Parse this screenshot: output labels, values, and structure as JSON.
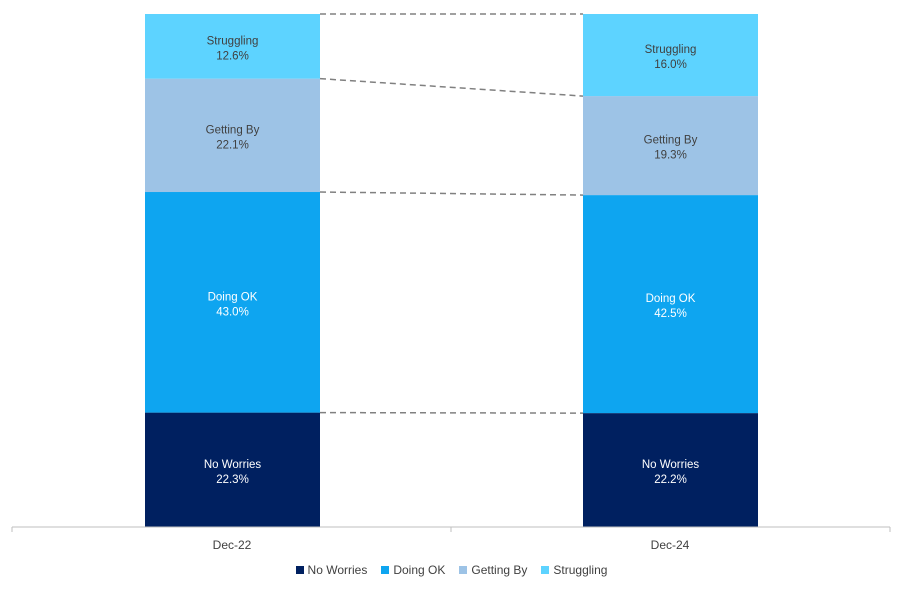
{
  "chart_data": {
    "type": "bar",
    "stacked": true,
    "percent_stacked": true,
    "categories": [
      "Dec-22",
      "Dec-24"
    ],
    "series": [
      {
        "name": "No Worries",
        "values": [
          22.3,
          22.2
        ],
        "color": "#002060",
        "label_color": "#ffffff"
      },
      {
        "name": "Doing OK",
        "values": [
          43.0,
          42.5
        ],
        "color": "#0ea5f0",
        "label_color": "#ffffff"
      },
      {
        "name": "Getting By",
        "values": [
          22.1,
          19.3
        ],
        "color": "#9dc3e6",
        "label_color": "#404040"
      },
      {
        "name": "Struggling",
        "values": [
          12.6,
          16.0
        ],
        "color": "#5dd3ff",
        "label_color": "#404040"
      }
    ],
    "value_format": "percent_1dp",
    "series_lines": true,
    "legend_position": "bottom",
    "grid": false,
    "title": "",
    "xlabel": "",
    "ylabel": ""
  }
}
